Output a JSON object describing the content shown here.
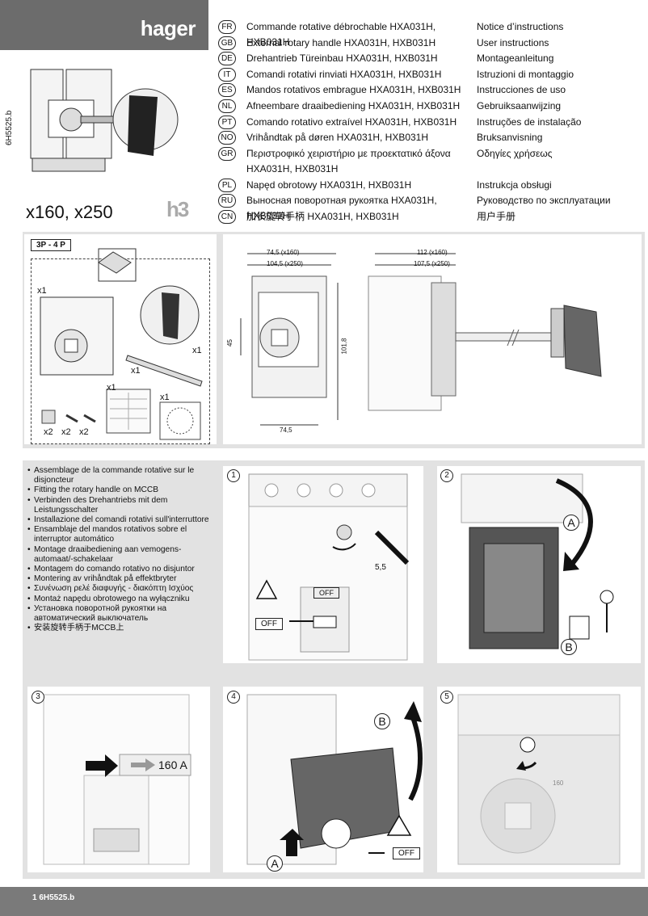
{
  "brand": "hager",
  "doc_ref": "6H5525.b",
  "model": "x160, x250",
  "h3_logo": "h3",
  "languages": [
    {
      "code": "FR",
      "title": "Commande rotative débrochable HXA031H, HXB031H",
      "note": "Notice d’instructions"
    },
    {
      "code": "GB",
      "title": "External rotary handle HXA031H, HXB031H",
      "note": "User instructions"
    },
    {
      "code": "DE",
      "title": "Drehantrieb Türeinbau HXA031H, HXB031H",
      "note": "Montageanleitung"
    },
    {
      "code": "IT",
      "title": "Comandi rotativi rinviati HXA031H, HXB031H",
      "note": "Istruzioni di montaggio"
    },
    {
      "code": "ES",
      "title": "Mandos rotativos embrague HXA031H, HXB031H",
      "note": "Instrucciones de uso"
    },
    {
      "code": "NL",
      "title": "Afneembare draaibediening HXA031H, HXB031H",
      "note": "Gebruiksaanwijzing"
    },
    {
      "code": "PT",
      "title": "Comando rotativo extraível HXA031H, HXB031H",
      "note": "Instruções de instalação"
    },
    {
      "code": "NO",
      "title": "Vrihåndtak på døren HXA031H, HXB031H",
      "note": "Bruksanvisning"
    },
    {
      "code": "GR",
      "title": "Περιστροφικό χειριστήριο με προεκτατικό άξονα HXA031H, HXB031H",
      "note": "Οδηγίες χρήσεως"
    },
    {
      "code": "PL",
      "title": "Napęd obrotowy HXA031H, HXB031H",
      "note": "Instrukcja obsługi"
    },
    {
      "code": "RU",
      "title": "Выносная поворотная рукоятка HXA031H, HXB031H",
      "note": "Руководство по эксплуатации"
    },
    {
      "code": "CN",
      "title": "加长旋转手柄 HXA031H, HXB031H",
      "note": "用户手册"
    }
  ],
  "kit": {
    "tag": "3P - 4 P",
    "q_base": "x1",
    "q_handle": "x1",
    "q_shaft": "x1",
    "q_sheet": "x1",
    "q_template": "x1",
    "q_a": "x2",
    "q_b": "x2",
    "q_c": "x2"
  },
  "dims": {
    "w160": "74,5 (x160)",
    "w250": "104,5 (x250)",
    "h45": "45",
    "h101": "101,8",
    "bottom": "74,5",
    "d160": "112 (x160)",
    "d250": "107,5 (x250)"
  },
  "steps_text": [
    "Assemblage de la commande rotative sur le disjoncteur",
    "Fitting the rotary handle on MCCB",
    "Verbinden des Drehantriebs mit dem Leistungsschalter",
    "Installazione del comandi rotativi sull'interruttore",
    "Ensamblaje del mandos rotativos sobre el interruptor automático",
    "Montage draaibediening aan vemogens-automaat/-schakelaar",
    "Montagem do comando rotativo no disjuntor",
    "Montering av vrihåndtak på effektbryter",
    "Συνένωση ρελέ διαφυγής - διακόπτη Ισχύος",
    "Montaż napędu obrotowego na wyłączniku",
    "Установка поворотной рукоятки на автоматический выключатель",
    "安装旋转手柄于MCCB上"
  ],
  "steps": {
    "s1": "1",
    "s2": "2",
    "s3": "3",
    "s4": "4",
    "s5": "5",
    "off1": "OFF",
    "off2": "OFF",
    "off3": "OFF",
    "screw": "5,5",
    "a2": "A",
    "b2": "B",
    "a4": "A",
    "b4": "B",
    "rating": "160 A",
    "rating5": "160"
  },
  "footer": "1 6H5525.b"
}
